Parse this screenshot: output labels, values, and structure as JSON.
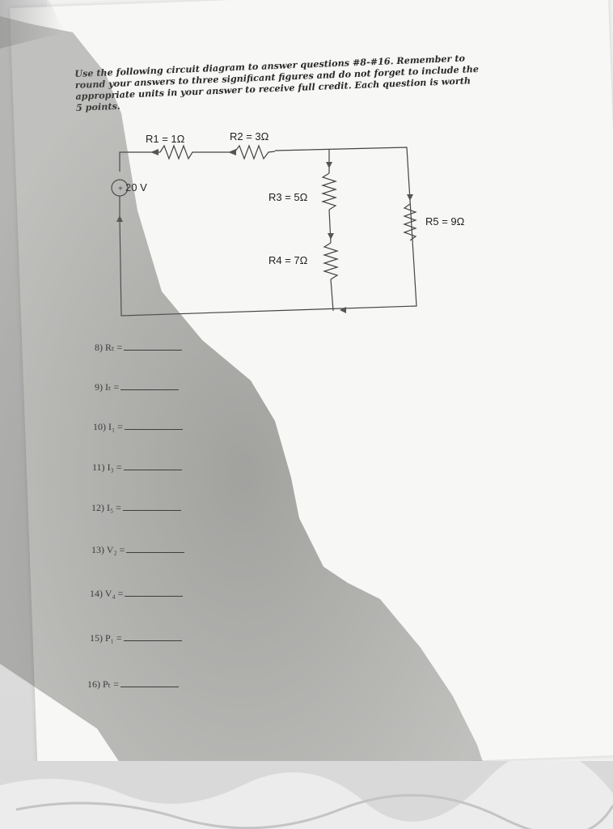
{
  "instructions": "Use the following circuit diagram to answer questions #8-#16. Remember to round your answers to three significant figures and do not forget to include the appropriate units in your answer to receive full credit. Each question is worth 5 points.",
  "circuit": {
    "r1": "R1 = 1Ω",
    "r2": "R2 = 3Ω",
    "r3": "R3 = 5Ω",
    "r4": "R4 = 7Ω",
    "r5": "R5 = 9Ω",
    "source": "20 V"
  },
  "questions": [
    {
      "num": "8)",
      "label": "Rₜ ="
    },
    {
      "num": "9)",
      "label": "Iₜ ="
    },
    {
      "num": "10)",
      "label": "I₁ ="
    },
    {
      "num": "11)",
      "label": "I₃ ="
    },
    {
      "num": "12)",
      "label": "I₅ ="
    },
    {
      "num": "13)",
      "label": "V₂ ="
    },
    {
      "num": "14)",
      "label": "V₄ ="
    },
    {
      "num": "15)",
      "label": "P₁ ="
    },
    {
      "num": "16)",
      "label": "Pₜ ="
    }
  ]
}
